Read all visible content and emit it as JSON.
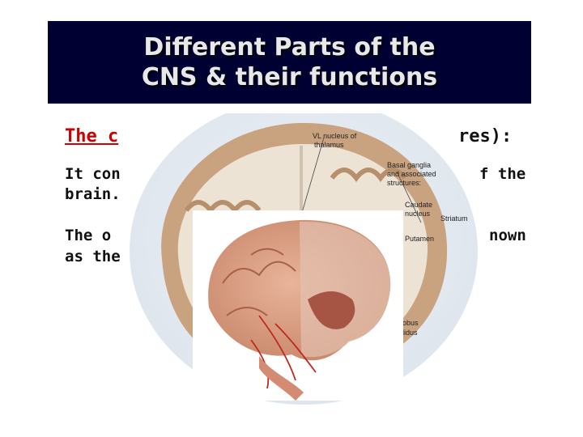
{
  "slide": {
    "title_line1": "Different Parts of the",
    "title_line2": "CNS & their functions",
    "heading_visible_left": "The c",
    "heading_visible_right": "res):",
    "para1_left": "It  con",
    "para1_right": "f  the",
    "para1_line2": "brain.",
    "para2_left": "The  o",
    "para2_right": "nown",
    "para2_line2": "as the"
  },
  "image": {
    "labels": {
      "vl_nucleus": "VL  nucleus of",
      "thalamus": "thalamus",
      "basal_ganglia": "Basal ganglia",
      "and_associated": "and associated",
      "structures": "structures:",
      "caudate": "Caudate",
      "nucleus": "nucleus",
      "striatum": "Striatum",
      "putamen": "Putamen",
      "globus": "lobus",
      "pallidus": "llidus"
    }
  }
}
